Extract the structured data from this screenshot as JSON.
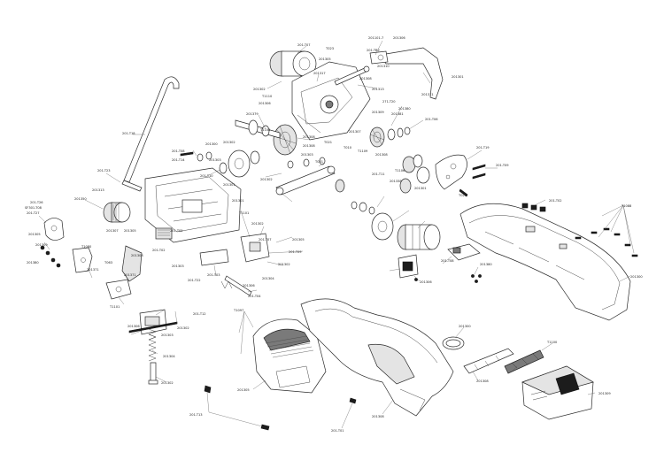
{
  "diagram": {
    "labels": {
      "l01": "201101-7",
      "l02": "201306",
      "l03": "201-TB2",
      "l04": "201310",
      "l05": "201311",
      "l06": "201-T07",
      "l07": "201301",
      "l08": "T023",
      "l09": "201305",
      "l10": "201317",
      "l11": "201308",
      "l12": "201302",
      "l13": "201313",
      "l14": "T1110",
      "l15": "201306",
      "l16": "201379",
      "l17": "271-T20",
      "l18": "201380",
      "l19": "201309",
      "l20": "201381",
      "l21": "201-T06",
      "l22": "T1108",
      "l23": "201308",
      "l24": "T021",
      "l25": "201307",
      "l26": "201308",
      "l27": "T010",
      "l28": "201-T08",
      "l29": "201300",
      "l30": "201302",
      "l31": "201-T14",
      "l32": "201303",
      "l33": "T1109",
      "l34": "201308",
      "l35": "201303",
      "l36": "201-T10",
      "l37": "201-T23",
      "l38": "201-T18",
      "l39": "201-T19",
      "l40": "T021",
      "l41": "201-T11",
      "l42": "T1106",
      "l43": "201302",
      "l44": "201301",
      "l45": "201-T09",
      "l46": "201338",
      "l47": "201301",
      "l48": "T023",
      "l49": "201313",
      "l50": "201350",
      "l51": "201-T26",
      "l52": "201-T27",
      "l53": "SF301-T08",
      "l54": "201305",
      "l55": "201309",
      "l56": "201380",
      "l57": "T1080",
      "l58": "201371",
      "l59": "201307",
      "l60": "T063",
      "l61": "201305",
      "l62": "201308",
      "l63": "201371",
      "l64": "T1101",
      "l65": "201-T02",
      "l66": "201-T05",
      "l67": "201303",
      "l68": "201-T22",
      "l69": "201-T03",
      "l70": "201301",
      "l71": "T1101",
      "l72": "201302",
      "l73": "201-T07",
      "l74": "201-T09",
      "l75": "201302",
      "l76": "201304",
      "l77": "201306",
      "l78": "201305",
      "l79": "201-T04",
      "l80": "201-T12",
      "l81": "201302",
      "l82": "201306",
      "l83": "201303",
      "l84": "201304",
      "l85": "201302",
      "l86": "T1097",
      "l87": "201305",
      "l88": "201-T13",
      "l89": "201308",
      "l90": "201-T01",
      "l91": "201-T02",
      "l92": "T1088",
      "l93": "201300",
      "l94": "201300",
      "l95": "201308",
      "l96": "T1100",
      "l97": "201309",
      "l98": "201-T08",
      "l99": "201306",
      "l100": "201380"
    }
  }
}
